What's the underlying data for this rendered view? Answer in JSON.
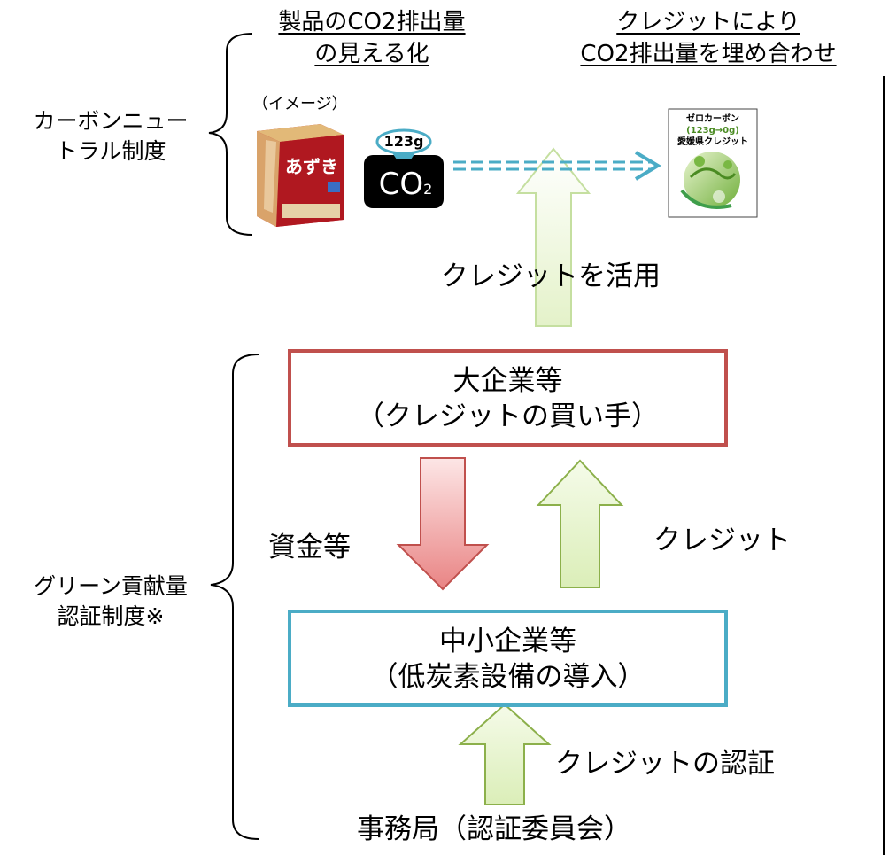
{
  "header": {
    "left_title_line1": "製品のCO2排出量",
    "left_title_line2": "の見える化",
    "right_title_line1": "クレジットにより",
    "right_title_line2": "CO2排出量を埋め合わせ"
  },
  "carbon_neutral": {
    "label_line1": "カーボンニュー",
    "label_line2": "トラル制度",
    "image_caption": "（イメージ）",
    "product_text": "あずき",
    "co2_badge_value": "123g",
    "co2_badge_text": "CO",
    "co2_badge_sub": "2",
    "credit_card_line1": "ゼロカーボン",
    "credit_card_line2": "(123g→0g)",
    "credit_card_line3": "愛媛県クレジット"
  },
  "flow": {
    "credit_use_label": "クレジットを活用",
    "large_company_line1": "大企業等",
    "large_company_line2": "（クレジットの買い手）",
    "funds_label": "資金等",
    "credit_label": "クレジット",
    "sme_line1": "中小企業等",
    "sme_line2": "（低炭素設備の導入）",
    "certification_label": "クレジットの認証",
    "secretariat": "事務局（認証委員会）"
  },
  "green_contribution": {
    "label_line1": "グリーン貢献量",
    "label_line2": "認証制度※"
  },
  "colors": {
    "large_company_border": "#c0504d",
    "sme_border": "#4bacc6",
    "green_arrow_fill": "#ebf5d6",
    "green_arrow_stroke": "#9bbb59",
    "red_arrow_top": "#fbe0e0",
    "red_arrow_bottom": "#e57373",
    "dashed_arrow": "#4bacc6"
  }
}
